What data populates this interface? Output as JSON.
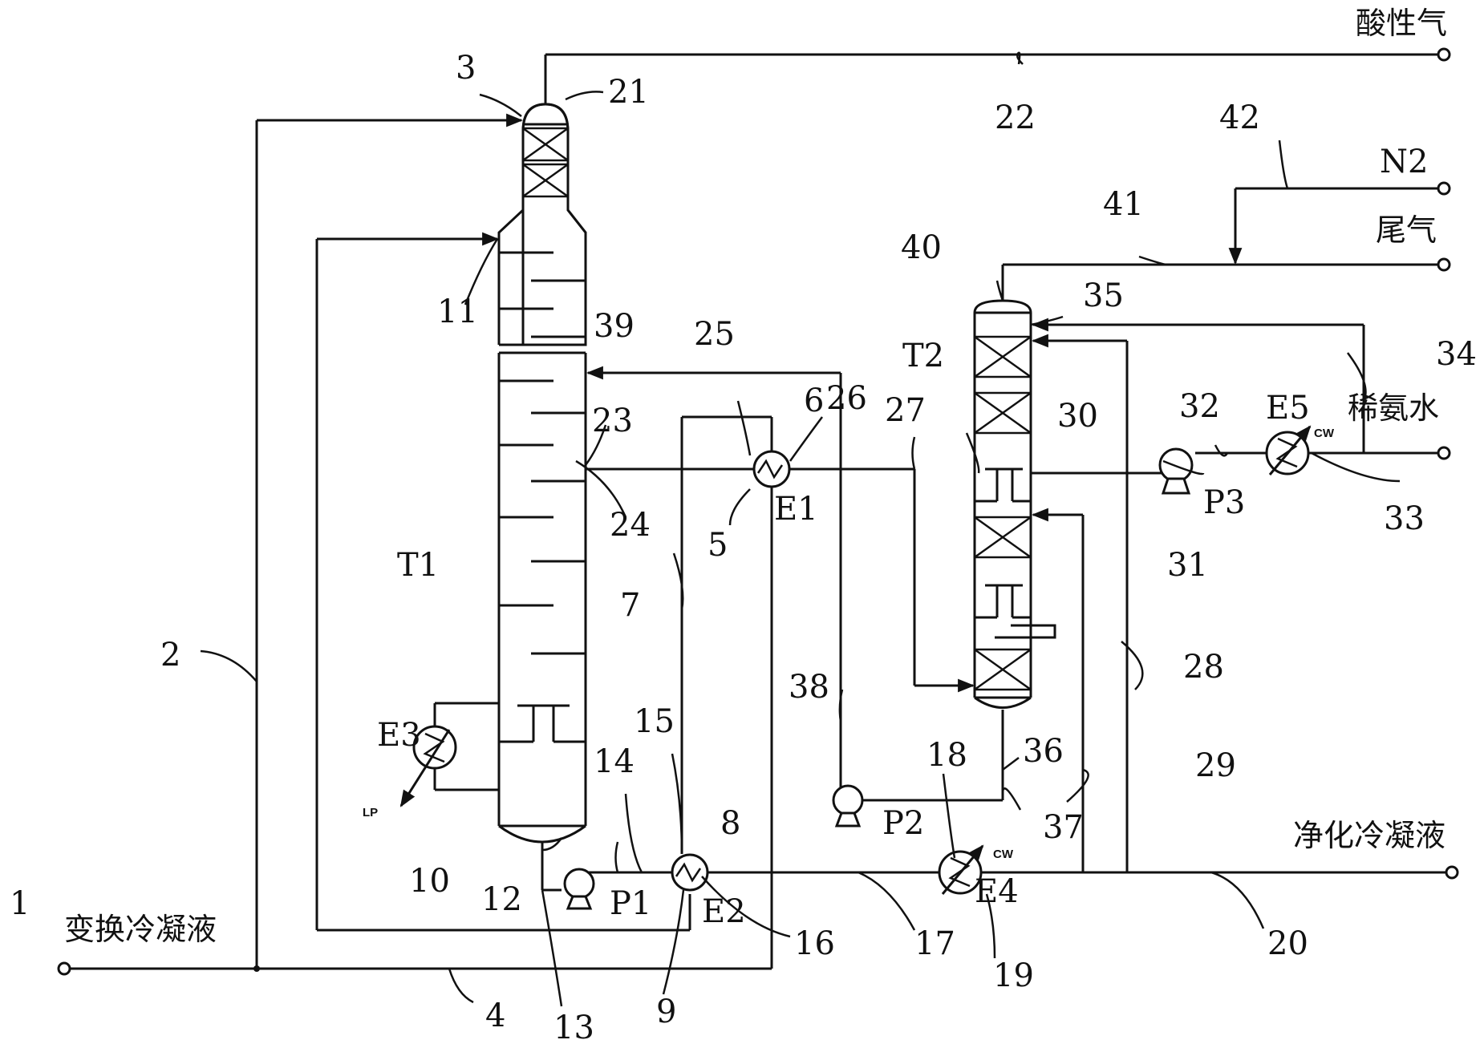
{
  "streams": {
    "feed": "变换冷凝液",
    "acid_gas": "酸性气",
    "n2": "N2",
    "tail_gas": "尾气",
    "dilute_ammonia": "稀氨水",
    "purified_condensate": "净化冷凝液"
  },
  "equipment": {
    "t1": "T1",
    "t2": "T2",
    "e1": "E1",
    "e2": "E2",
    "e3": "E3",
    "e4": "E4",
    "e5": "E5",
    "p1": "P1",
    "p2": "P2",
    "p3": "P3",
    "lp": "LP",
    "cw": "CW"
  },
  "numbers": {
    "n1": "1",
    "n2": "2",
    "n3": "3",
    "n4": "4",
    "n5": "5",
    "n6": "6",
    "n7": "7",
    "n8": "8",
    "n9": "9",
    "n10": "10",
    "n11": "11",
    "n12": "12",
    "n13": "13",
    "n14": "14",
    "n15": "15",
    "n16": "16",
    "n17": "17",
    "n18": "18",
    "n19": "19",
    "n20": "20",
    "n21": "21",
    "n22": "22",
    "n23": "23",
    "n24": "24",
    "n25": "25",
    "n26": "26",
    "n27": "27",
    "n28": "28",
    "n29": "29",
    "n30": "30",
    "n31": "31",
    "n32": "32",
    "n33": "33",
    "n34": "34",
    "n35": "35",
    "n36": "36",
    "n37": "37",
    "n38": "38",
    "n39": "39",
    "n40": "40",
    "n41": "41",
    "n42": "42"
  }
}
